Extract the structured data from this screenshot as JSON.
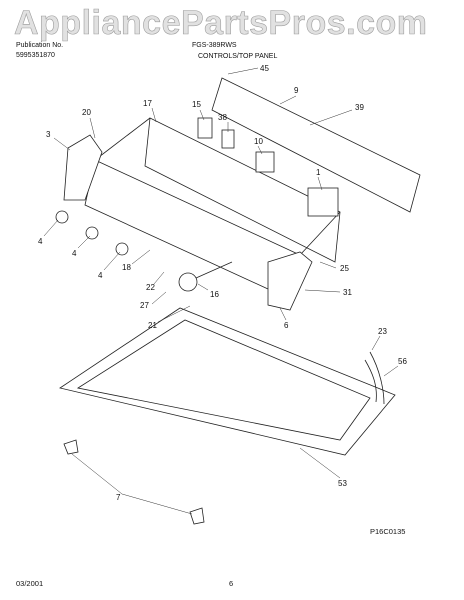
{
  "header": {
    "pub_label": "Publication No.",
    "pub_number": "5995351870",
    "model": "FGS-389RWS",
    "section_title": "CONTROLS/TOP PANEL"
  },
  "watermark": "AppliancePartsPros.com",
  "callouts": [
    "45",
    "9",
    "39",
    "15",
    "38",
    "10",
    "17",
    "20",
    "3",
    "1",
    "4",
    "4",
    "18",
    "4",
    "22",
    "27",
    "16",
    "25",
    "31",
    "21",
    "6",
    "23",
    "56",
    "53",
    "7"
  ],
  "figure_code": "P16C0135",
  "footer": {
    "date": "03/2001",
    "page": "6"
  }
}
